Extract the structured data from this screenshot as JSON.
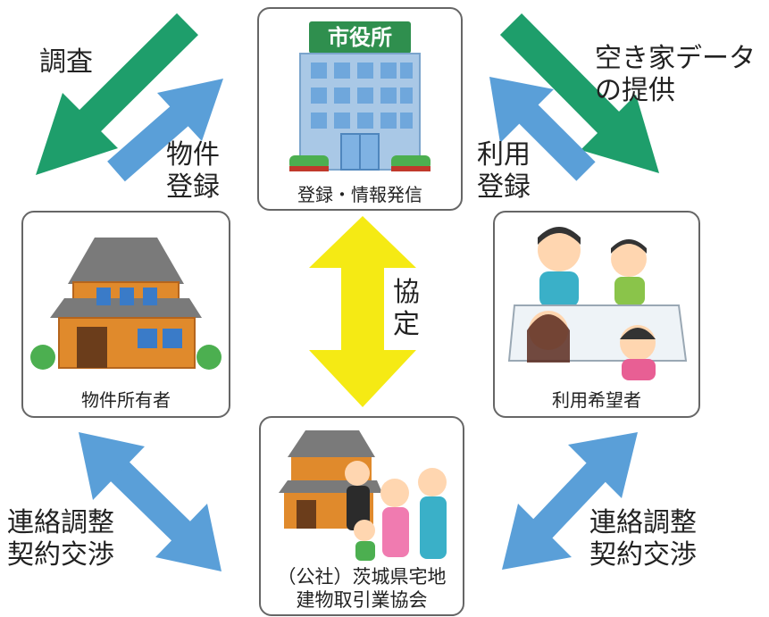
{
  "nodes": {
    "city_hall": {
      "sign": "市役所",
      "label": "登録・情報発信"
    },
    "owner": {
      "label": "物件所有者"
    },
    "applicant": {
      "label": "利用希望者"
    },
    "association": {
      "label_line1": "（公社）茨城県宅地",
      "label_line2": "建物取引業協会"
    }
  },
  "edges": {
    "survey": "調査",
    "property_registration": [
      "物件",
      "登録"
    ],
    "vacant_house_data": [
      "空き家データ",
      "の提供"
    ],
    "usage_registration": [
      "利用",
      "登録"
    ],
    "agreement": [
      "協",
      "定"
    ],
    "negotiation_left": [
      "連絡調整",
      "契約交渉"
    ],
    "negotiation_right": [
      "連絡調整",
      "契約交渉"
    ]
  },
  "colors": {
    "green_arrow": "#1e9e6b",
    "blue_arrow": "#5a9fd8",
    "yellow_arrow": "#f5ea14",
    "box_border": "#666666"
  }
}
